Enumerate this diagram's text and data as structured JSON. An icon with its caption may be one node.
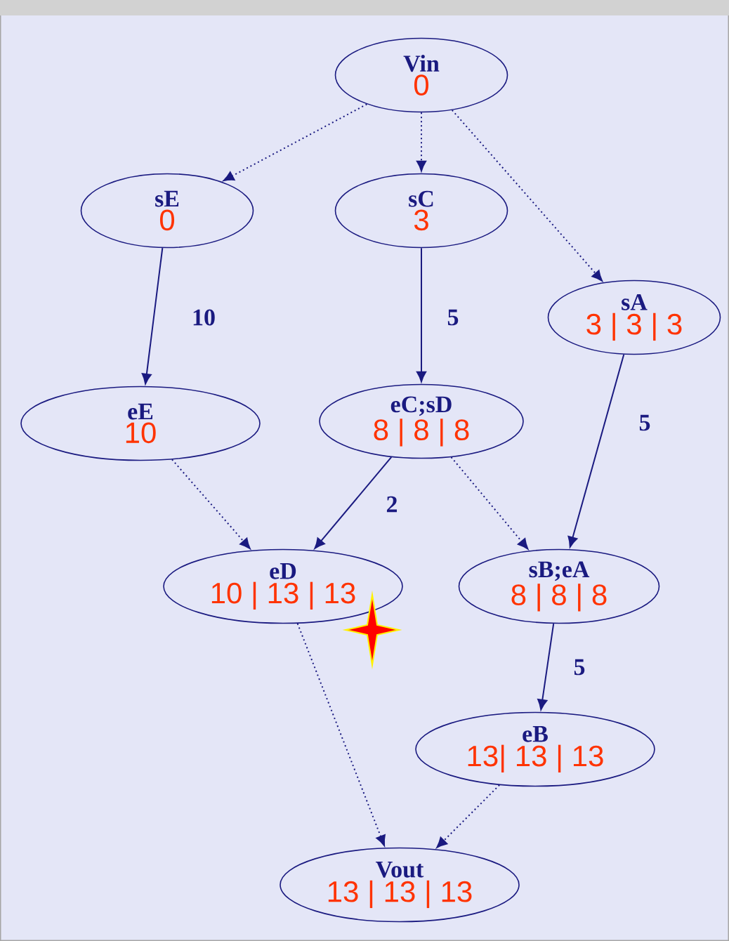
{
  "diagram": {
    "nodes": [
      {
        "text": [
          "Vin",
          "0"
        ]
      },
      {
        "text": [
          "sE",
          "0"
        ]
      },
      {
        "text": [
          "sC",
          "3"
        ]
      },
      {
        "text": [
          "sA",
          "3 | 3 | 3"
        ]
      },
      {
        "text": [
          "eE",
          "10"
        ]
      },
      {
        "text": [
          "eC;sD",
          "8 | 8 | 8"
        ]
      },
      {
        "text": [
          "eD",
          "10 | 13 | 13"
        ]
      },
      {
        "text": [
          "sB;eA",
          "8 | 8 | 8"
        ]
      },
      {
        "text": [
          "eB",
          "13| 13 | 13"
        ]
      },
      {
        "text": [
          "Vout",
          "13 | 13 | 13"
        ]
      }
    ],
    "edges": [
      {
        "from": 0,
        "to": 1,
        "arrow": "to",
        "style": "dashed"
      },
      {
        "from": 0,
        "to": 2,
        "arrow": "to",
        "style": "dashed"
      },
      {
        "from": 0,
        "to": 3,
        "arrow": "to",
        "style": "dashed"
      },
      {
        "from": 1,
        "to": 4,
        "arrow": "to",
        "label": "10"
      },
      {
        "from": 2,
        "to": 5,
        "arrow": "to",
        "label": "5"
      },
      {
        "from": 3,
        "to": 7,
        "arrow": "to",
        "label": "5"
      },
      {
        "from": 4,
        "to": 6,
        "arrow": "to",
        "style": "dashed"
      },
      {
        "from": 5,
        "to": 6,
        "arrow": "to",
        "label": "2"
      },
      {
        "from": 5,
        "to": 7,
        "arrow": "to",
        "style": "dashed"
      },
      {
        "from": 7,
        "to": 8,
        "arrow": "to",
        "label": "5"
      },
      {
        "from": 6,
        "to": 9,
        "arrow": "to",
        "style": "dashed"
      },
      {
        "from": 8,
        "to": 9,
        "arrow": "to",
        "style": "dashed"
      }
    ]
  }
}
